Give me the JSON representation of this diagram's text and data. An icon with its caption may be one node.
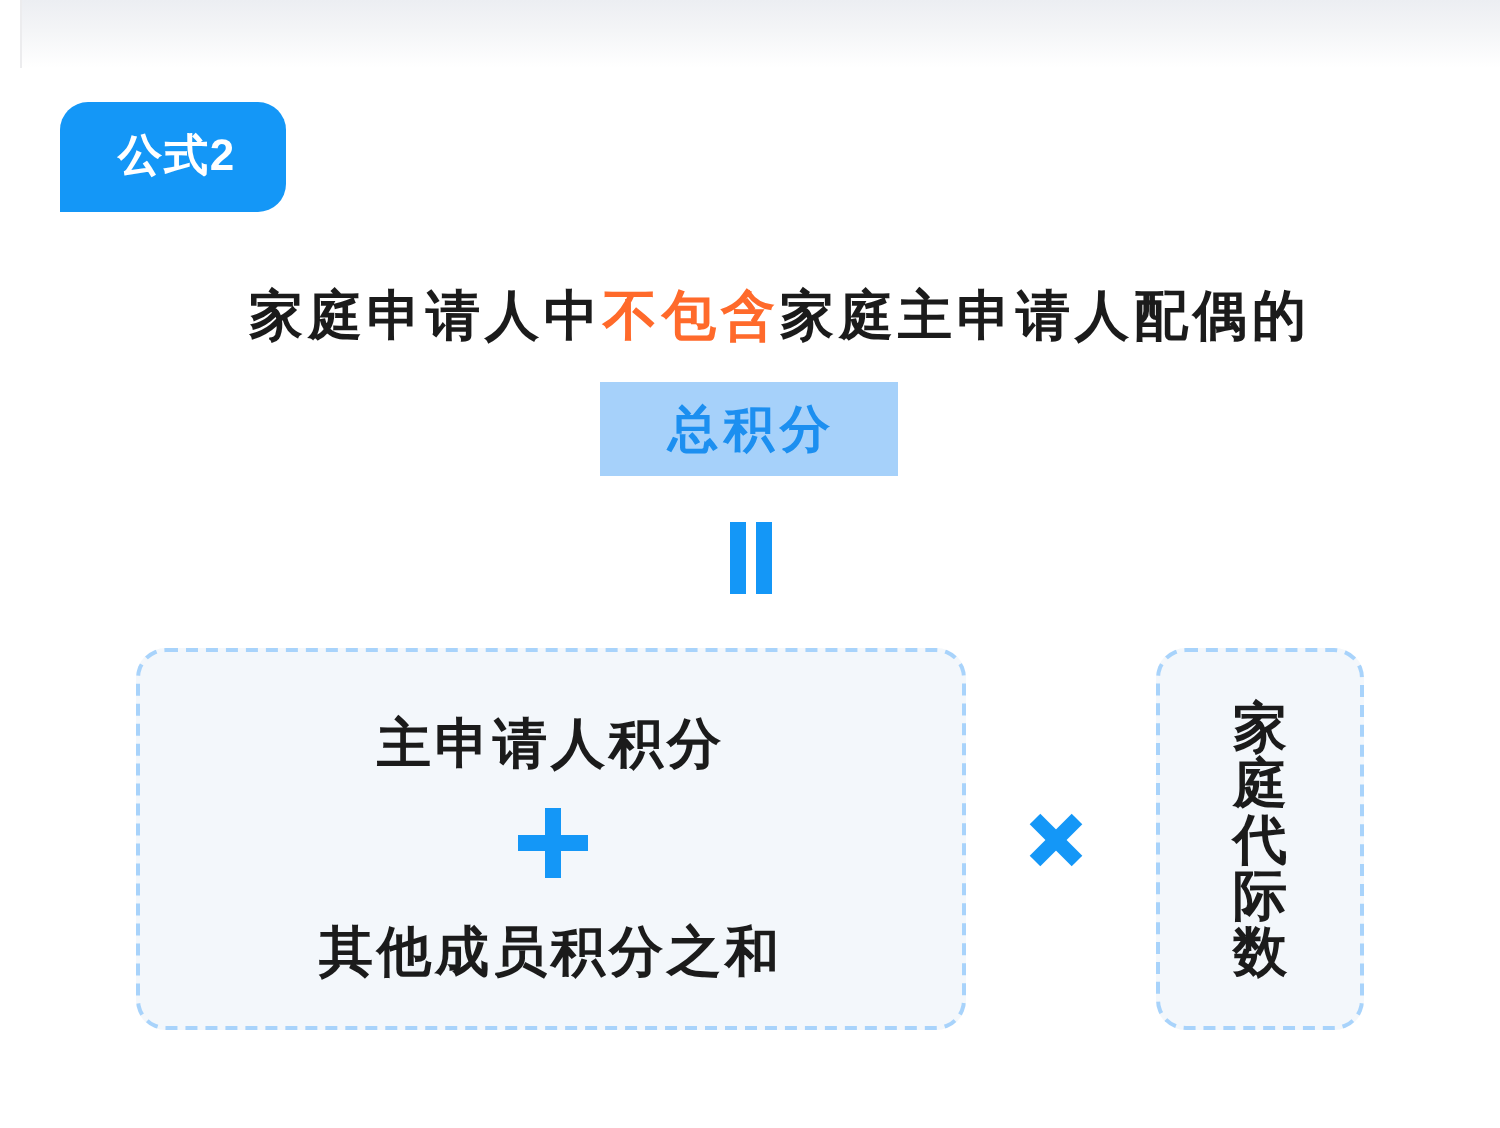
{
  "diagram": {
    "nodes": [
      {
        "text": [
          "公式2"
        ]
      },
      {
        "text": [
          "总积分"
        ]
      },
      {
        "text": [
          "主申请人积分",
          "其他成员积分之和"
        ]
      },
      {
        "text": [
          "家庭代际数"
        ]
      }
    ],
    "labels": [
      "家庭申请人中**不包含**家庭主申请人配偶的"
    ]
  }
}
